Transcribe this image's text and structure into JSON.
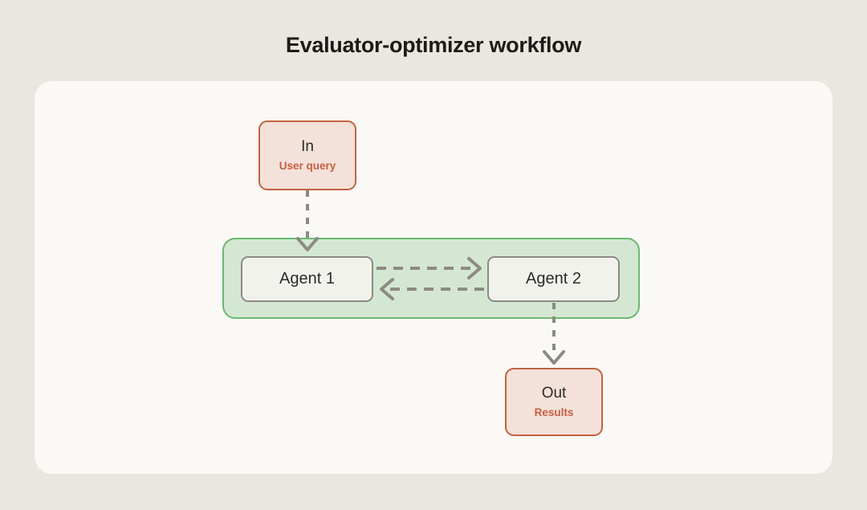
{
  "title": "Evaluator-optimizer workflow",
  "colors": {
    "page_background": "#e9e7e0",
    "card_background": "#faf9f6",
    "terminal_fill": "#f3e1da",
    "terminal_border": "#c2633f",
    "terminal_accent_text": "#c75f40",
    "group_fill": "#d4e7d3",
    "group_border": "#6cb96f",
    "agent_fill": "#f2f2ed",
    "agent_border": "#8b8b84",
    "connector": "#8b8b84",
    "title_text": "#1c1b18"
  },
  "nodes": {
    "input": {
      "title": "In",
      "subtitle": "User query"
    },
    "output": {
      "title": "Out",
      "subtitle": "Results"
    },
    "agent1": {
      "label": "Agent 1"
    },
    "agent2": {
      "label": "Agent 2"
    }
  },
  "connectors": [
    {
      "name": "input-to-agent1",
      "from": "In",
      "to": "Agent 1",
      "style": "dashed",
      "direction": "down"
    },
    {
      "name": "agent1-to-agent2",
      "from": "Agent 1",
      "to": "Agent 2",
      "style": "dashed",
      "direction": "right"
    },
    {
      "name": "agent2-to-agent1",
      "from": "Agent 2",
      "to": "Agent 1",
      "style": "dashed",
      "direction": "left"
    },
    {
      "name": "agent2-to-output",
      "from": "Agent 2",
      "to": "Out",
      "style": "dashed",
      "direction": "down"
    }
  ]
}
